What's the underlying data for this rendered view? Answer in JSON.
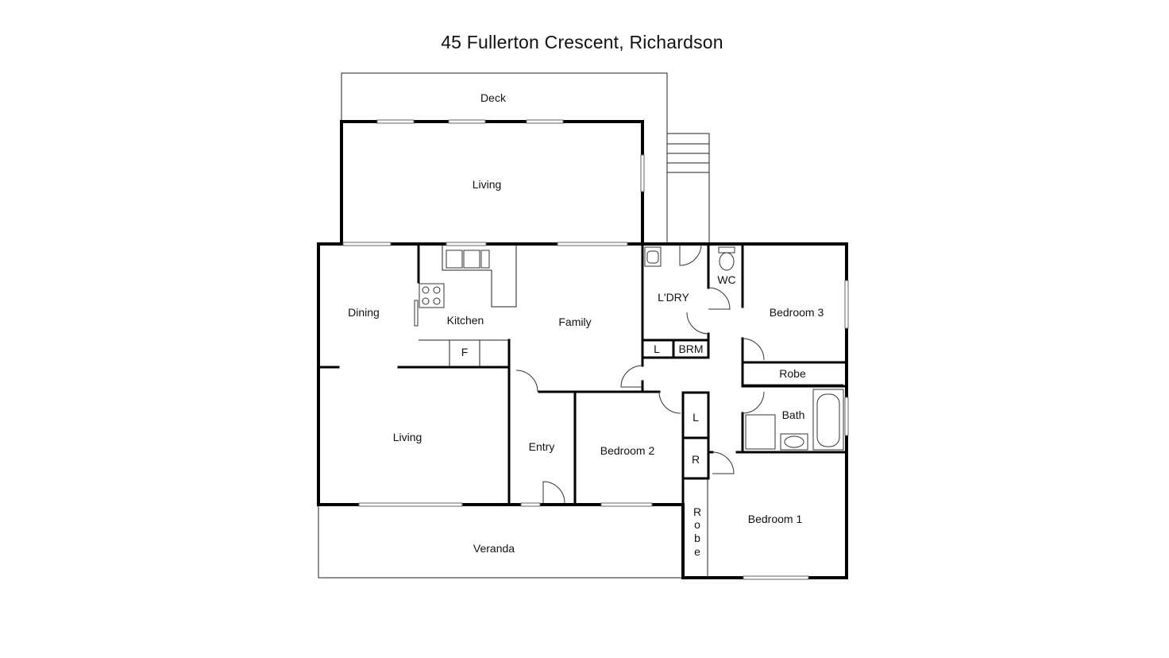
{
  "title": "45 Fullerton Crescent, Richardson",
  "rooms": {
    "deck": "Deck",
    "living_upper": "Living",
    "dining": "Dining",
    "kitchen": "Kitchen",
    "fridge": "F",
    "family": "Family",
    "laundry": "L'DRY",
    "wc": "WC",
    "bedroom3": "Bedroom 3",
    "linen_a": "L",
    "brm": "BRM",
    "robe_b3": "Robe",
    "bath": "Bath",
    "living_lower": "Living",
    "entry": "Entry",
    "bedroom2": "Bedroom 2",
    "linen_b": "L",
    "robe_r": "R",
    "bedroom1": "Bedroom 1",
    "robe_b1": [
      "R",
      "o",
      "b",
      "e"
    ],
    "veranda": "Veranda"
  }
}
